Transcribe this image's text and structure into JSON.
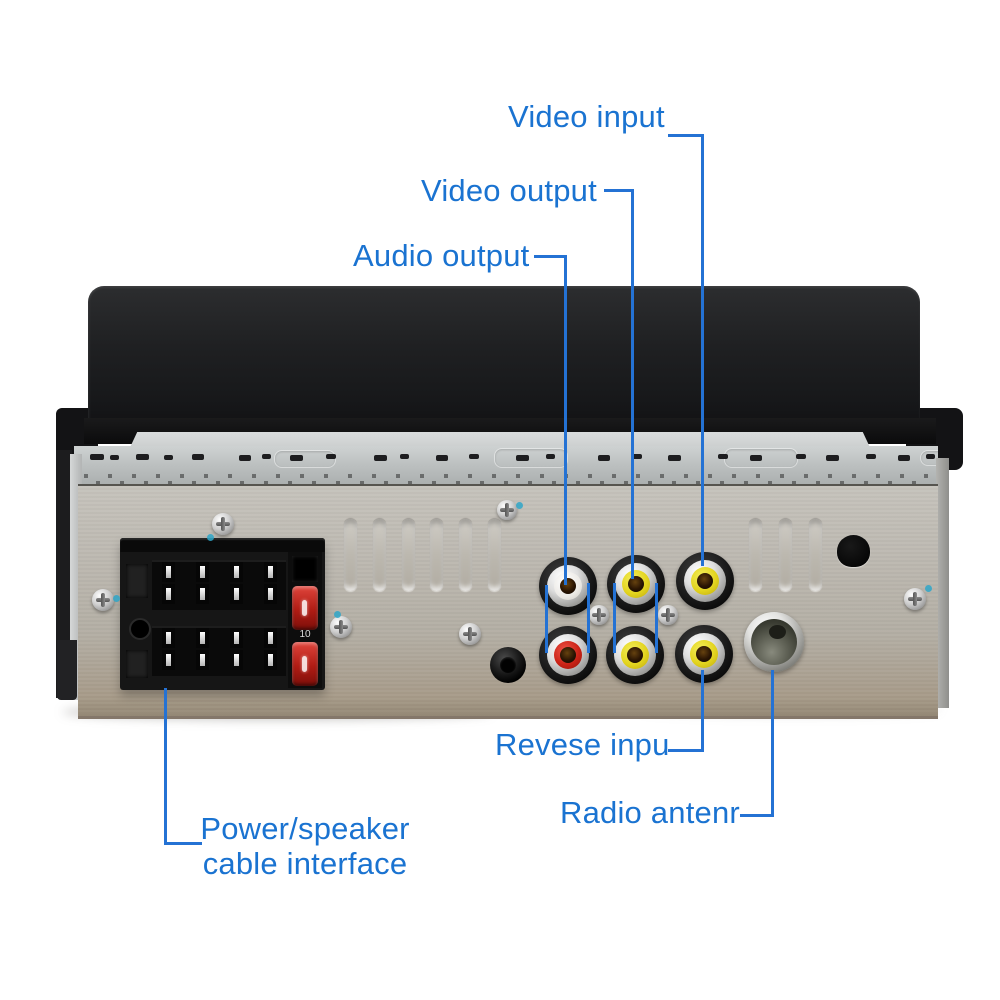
{
  "labels": {
    "video_input": "Video input",
    "video_output": "Video output",
    "audio_output": "Audio output",
    "reverse_input": "Revese inpu",
    "radio_antenna": "Radio antenr",
    "power_speaker_line1": "Power/speaker",
    "power_speaker_line2": "cable interface"
  },
  "device": {
    "type": "car-stereo-rear-panel-photo",
    "fuse_marking": "10",
    "connectors": [
      {
        "name": "power-speaker-iso-connector",
        "color": "black"
      },
      {
        "name": "audio-output-rca",
        "color": "white"
      },
      {
        "name": "audio-output-rca",
        "color": "red"
      },
      {
        "name": "video-output-rca",
        "color": "yellow"
      },
      {
        "name": "video-output-rca",
        "color": "yellow"
      },
      {
        "name": "video-input-rca",
        "color": "yellow"
      },
      {
        "name": "reverse-input-rca",
        "color": "yellow"
      },
      {
        "name": "radio-antenna-socket",
        "color": "silver"
      },
      {
        "name": "aux-3-5mm-jack",
        "color": "black"
      }
    ]
  },
  "colors": {
    "label_blue": "#1a73d1",
    "leader_blue": "#2472d4",
    "rca_yellow": "#e3d41f",
    "rca_red": "#cb2317",
    "rca_white": "#eceae6",
    "fuse_red": "#b01c14",
    "panel_metal": "#b3aea4",
    "faceplate_black": "#1f2022"
  }
}
